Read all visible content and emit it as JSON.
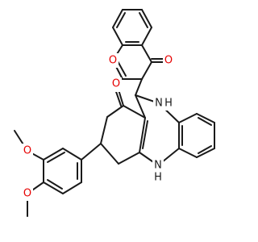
{
  "molecule": {
    "atoms": {
      "o_chromene_ring": "O",
      "o_chromone_carbonyl": "O",
      "o_ketone": "O",
      "n_top": "N",
      "h_top": "H",
      "n_bottom": "N",
      "h_bottom": "H",
      "o_methoxy_upper": "O",
      "o_methoxy_lower": "O"
    },
    "colors": {
      "bond": "#1a1a1a",
      "oxygen": "#e60000",
      "nitrogen": "#1a1a1a",
      "background": "#ffffff"
    }
  }
}
